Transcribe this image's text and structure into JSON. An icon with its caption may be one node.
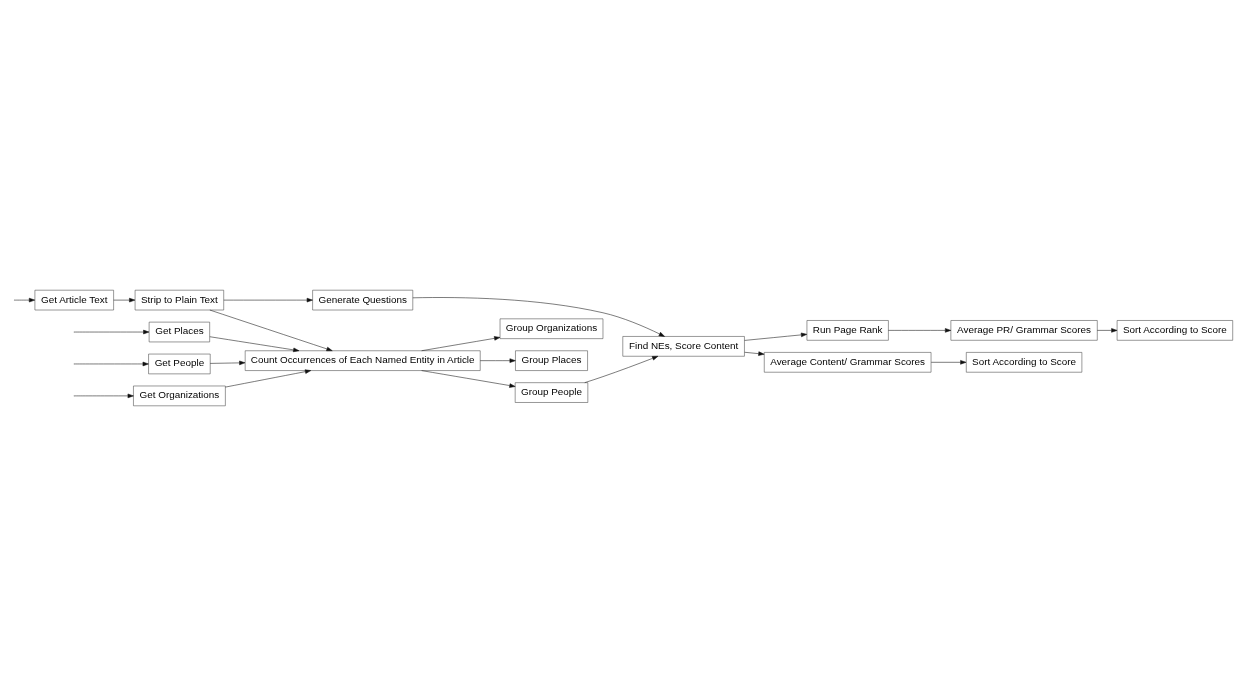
{
  "diagram": {
    "nodes": [
      {
        "text": [
          "Get Organizations"
        ]
      },
      {
        "text": [
          "Get Places"
        ]
      },
      {
        "text": [
          "Get People"
        ]
      },
      {
        "text": [
          "Get Article Text"
        ]
      },
      {
        "text": [
          "Strip to Plain Text"
        ]
      },
      {
        "text": [
          "Generate Questions"
        ]
      },
      {
        "text": [
          "Count Occurrences of Each Named Entity in Article"
        ]
      },
      {
        "text": [
          "Group Organizations"
        ]
      },
      {
        "text": [
          "Group Places"
        ]
      },
      {
        "text": [
          "Group People"
        ]
      },
      {
        "text": [
          "Find NEs, Score Content"
        ]
      },
      {
        "text": [
          "Run Page Rank"
        ]
      },
      {
        "text": [
          "Average Content/ Grammar Scores"
        ]
      },
      {
        "text": [
          "Average PR/ Grammar Scores"
        ]
      },
      {
        "text": [
          "Sort According to Score"
        ]
      },
      {
        "text": [
          "Sort According to Score"
        ]
      }
    ],
    "edges": [
      {
        "from": null,
        "to": 0,
        "arrow": "to"
      },
      {
        "from": null,
        "to": 1,
        "arrow": "to"
      },
      {
        "from": null,
        "to": 2,
        "arrow": "to"
      },
      {
        "from": null,
        "to": 3,
        "arrow": "to"
      },
      {
        "from": 0,
        "to": 6,
        "arrow": "to"
      },
      {
        "from": 1,
        "to": 6,
        "arrow": "to"
      },
      {
        "from": 2,
        "to": 6,
        "arrow": "to"
      },
      {
        "from": 6,
        "to": 7,
        "arrow": "to"
      },
      {
        "from": 6,
        "to": 8,
        "arrow": "to"
      },
      {
        "from": 6,
        "to": 9,
        "arrow": "to"
      },
      {
        "from": 3,
        "to": 4,
        "arrow": "to"
      },
      {
        "from": 4,
        "to": 6,
        "arrow": "to"
      },
      {
        "from": 4,
        "to": 5,
        "arrow": "to"
      },
      {
        "from": 5,
        "to": 10,
        "arrow": "to"
      },
      {
        "from": 9,
        "to": 10,
        "arrow": "to"
      },
      {
        "from": 10,
        "to": 11,
        "arrow": "to"
      },
      {
        "from": 10,
        "to": 12,
        "arrow": "to"
      },
      {
        "from": 11,
        "to": 13,
        "arrow": "to"
      },
      {
        "from": 12,
        "to": 14,
        "arrow": "to"
      },
      {
        "from": 13,
        "to": 15,
        "arrow": "to"
      }
    ]
  }
}
